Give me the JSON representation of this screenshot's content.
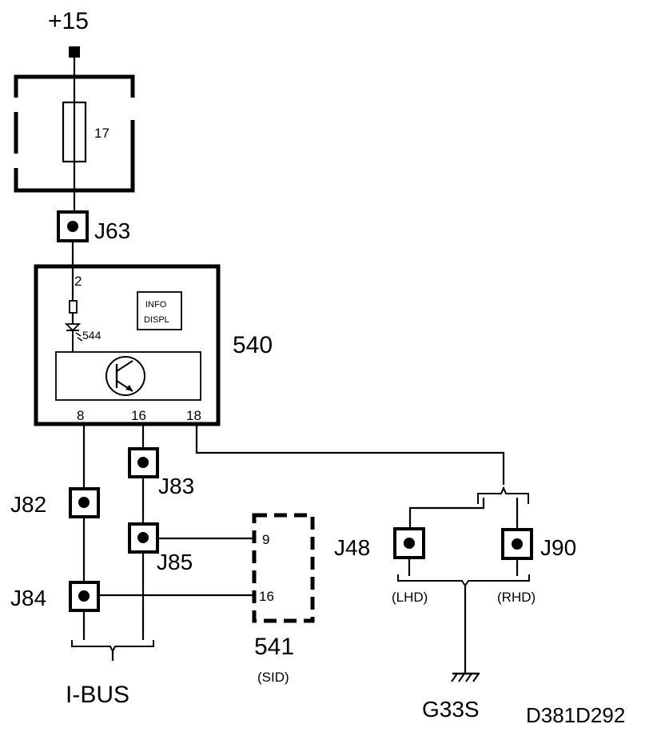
{
  "supply": {
    "label": "+15"
  },
  "fuse": {
    "number": "17"
  },
  "connectors": {
    "j63": "J63",
    "j82": "J82",
    "j83": "J83",
    "j84": "J84",
    "j85": "J85",
    "j48": "J48",
    "j90": "J90"
  },
  "module_540": {
    "label": "540",
    "pin_in": "2",
    "diode_label": "544",
    "info_line1": "INFO",
    "info_line2": "DISPL",
    "pins": {
      "p8": "8",
      "p16": "16",
      "p18": "18"
    }
  },
  "module_541": {
    "label": "541",
    "sublabel": "(SID)",
    "pins": {
      "p9": "9",
      "p16": "16"
    }
  },
  "bus": {
    "label": "I-BUS"
  },
  "variants": {
    "lhd": "(LHD)",
    "rhd": "(RHD)"
  },
  "ground": {
    "label": "G33S"
  },
  "drawing_id": "D381D292"
}
